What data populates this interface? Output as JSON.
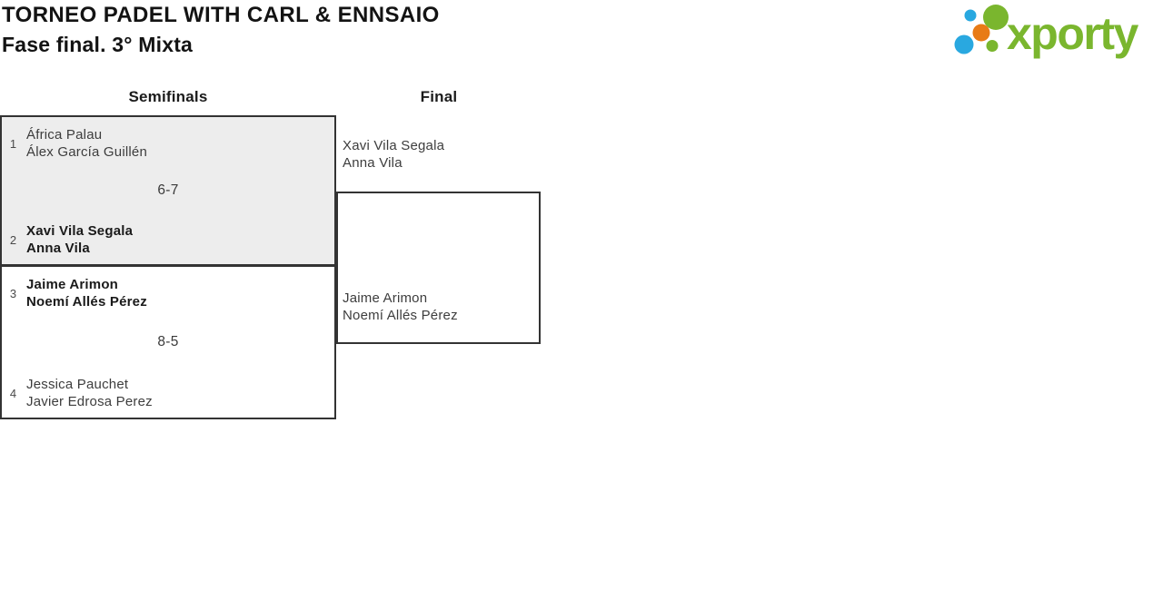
{
  "header": {
    "title": "TORNEO PADEL WITH CARL & ENNSAIO",
    "subtitle": "Fase final. 3° Mixta"
  },
  "logo": {
    "text": "xporty",
    "colors": {
      "green": "#7ab62e",
      "blue": "#29a8e0",
      "orange": "#e87b16"
    }
  },
  "bracket": {
    "rounds": [
      {
        "label": "Semifinals"
      },
      {
        "label": "Final"
      }
    ],
    "semifinals": [
      {
        "seed_top": "1",
        "team_top": {
          "player1": "África Palau",
          "player2": "Álex García Guillén",
          "winner": false
        },
        "score": "6-7",
        "seed_bottom": "2",
        "team_bottom": {
          "player1": "Xavi Vila Segala",
          "player2": "Anna Vila",
          "winner": true
        }
      },
      {
        "seed_top": "3",
        "team_top": {
          "player1": "Jaime Arimon",
          "player2": "Noemí Allés Pérez",
          "winner": true
        },
        "score": "8-5",
        "seed_bottom": "4",
        "team_bottom": {
          "player1": "Jessica Pauchet",
          "player2": "Javier Edrosa Perez",
          "winner": false
        }
      }
    ],
    "final": {
      "team_top": {
        "player1": "Xavi Vila Segala",
        "player2": "Anna Vila"
      },
      "team_bottom": {
        "player1": "Jaime Arimon",
        "player2": "Noemí Allés Pérez"
      }
    }
  }
}
